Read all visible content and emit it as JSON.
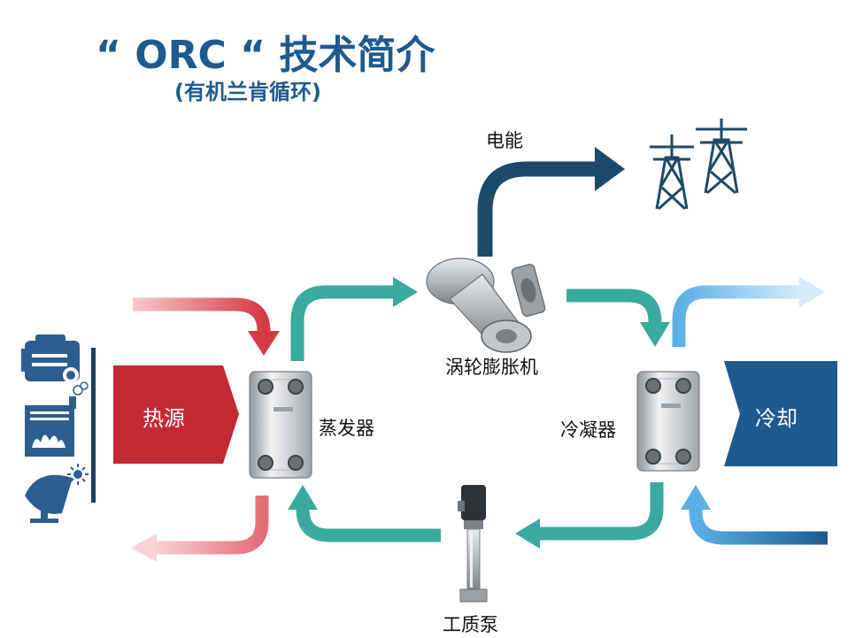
{
  "title": "“ ORC “ 技术简介",
  "subtitle": "(有机兰肯循环)",
  "nodes": {
    "heat_source": "热源",
    "evaporator": "蒸发器",
    "expander": "涡轮膨胀机",
    "electricity": "电能",
    "condenser": "冷凝器",
    "cooling": "冷却",
    "pump": "工质泵"
  },
  "colors": {
    "title": "#1f5a8f",
    "hot": "#d63a45",
    "hot_light": "#f4b6bb",
    "working_fluid": "#3aa9a0",
    "cooling_box": "#1e5a8e",
    "cooling_flow": "#5ab0e6",
    "power": "#1c4a6a",
    "heat_box": "#c42a36"
  },
  "icons": [
    "engine-icon",
    "factory-icon",
    "solar-icon",
    "power-tower-icon"
  ]
}
